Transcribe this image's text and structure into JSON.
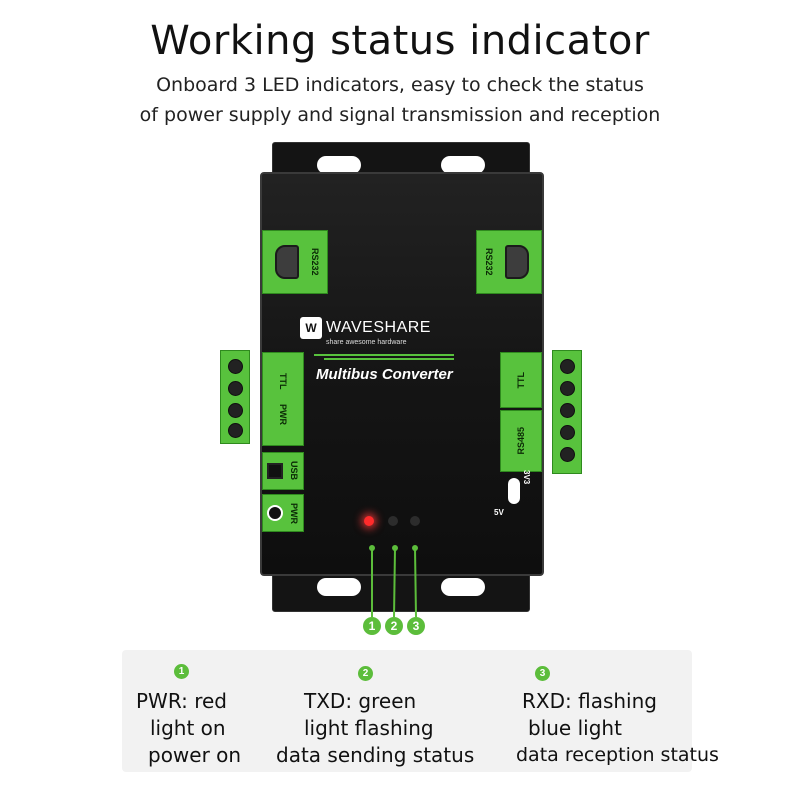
{
  "title": "Working status indicator",
  "subtitle_line1": "Onboard 3 LED indicators, easy to check the status",
  "subtitle_line2": "of power supply and signal transmission and reception",
  "device": {
    "brand": "WAVESHARE",
    "logo_mark": "W",
    "tagline": "share awesome hardware",
    "model": "Multibus Converter",
    "ports": {
      "rs232_left": "RS232",
      "rs232_right": "RS232",
      "ttl_left": "TTL",
      "pwr_left": "PWR",
      "usb": "USB",
      "pwr_jack": "PWR",
      "ttl_right": "TTL",
      "rs485": "RS485"
    },
    "switch_labels": {
      "low": "5V",
      "high": "3V3"
    }
  },
  "led_markers": [
    "1",
    "2",
    "3"
  ],
  "indicators": [
    {
      "number": "1",
      "lines": [
        "PWR: red",
        "light on",
        "power on"
      ]
    },
    {
      "number": "2",
      "lines": [
        "TXD: green",
        "light flashing",
        "data sending status"
      ]
    },
    {
      "number": "3",
      "lines": [
        "RXD: flashing",
        "blue light",
        "data reception status"
      ]
    }
  ],
  "colors": {
    "accent_green": "#5cbd3b",
    "panel_green": "#58c23d",
    "led_red": "#ff2b2b"
  }
}
